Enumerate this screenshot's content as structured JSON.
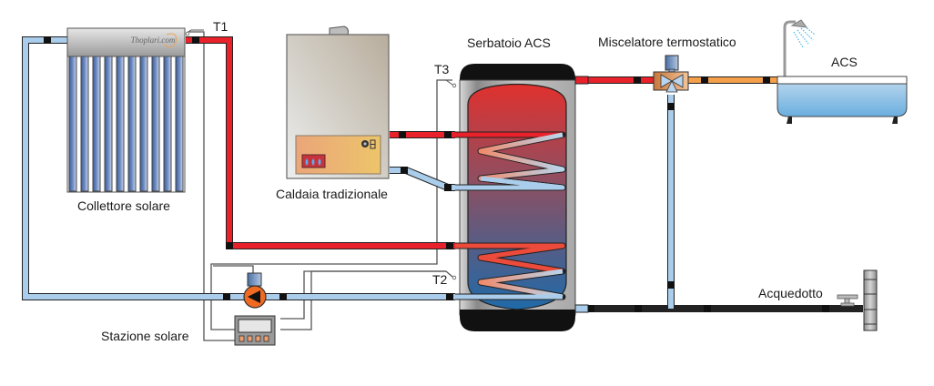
{
  "diagram": {
    "labels": {
      "collector": "Collettore solare",
      "boiler": "Caldaia tradizionale",
      "tank": "Serbatoio ACS",
      "mixer": "Miscelatore termostatico",
      "dhw": "ACS",
      "mains": "Acquedotto",
      "station": "Stazione solare",
      "t1": "T1",
      "t2": "T2",
      "t3": "T3"
    },
    "logo_text": "Thoplari.com",
    "colors": {
      "hot": "#e8212a",
      "cold": "#a9cdea",
      "mixed": "#f4a04a",
      "pump": "#f06a22",
      "wire": "#555555"
    }
  }
}
